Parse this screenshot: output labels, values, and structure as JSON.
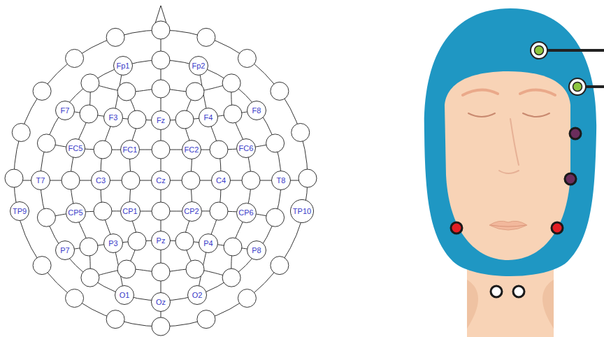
{
  "diagram": {
    "nodes": [
      {
        "text": [
          "Fp1"
        ]
      },
      {
        "text": [
          "Fp2"
        ]
      },
      {
        "text": [
          "F7"
        ]
      },
      {
        "text": [
          "F3"
        ]
      },
      {
        "text": [
          "Fz"
        ]
      },
      {
        "text": [
          "F4"
        ]
      },
      {
        "text": [
          "F8"
        ]
      },
      {
        "text": [
          "FC5"
        ]
      },
      {
        "text": [
          "FC1"
        ]
      },
      {
        "text": [
          "FC2"
        ]
      },
      {
        "text": [
          "FC6"
        ]
      },
      {
        "text": [
          "T7"
        ]
      },
      {
        "text": [
          "C3"
        ]
      },
      {
        "text": [
          "Cz"
        ]
      },
      {
        "text": [
          "C4"
        ]
      },
      {
        "text": [
          "T8"
        ]
      },
      {
        "text": [
          "TP9"
        ]
      },
      {
        "text": [
          "CP5"
        ]
      },
      {
        "text": [
          "CP1"
        ]
      },
      {
        "text": [
          "CP2"
        ]
      },
      {
        "text": [
          "CP6"
        ]
      },
      {
        "text": [
          "TP10"
        ]
      },
      {
        "text": [
          "P7"
        ]
      },
      {
        "text": [
          "P3"
        ]
      },
      {
        "text": [
          "Pz"
        ]
      },
      {
        "text": [
          "P4"
        ]
      },
      {
        "text": [
          "P8"
        ]
      },
      {
        "text": [
          "O1"
        ]
      },
      {
        "text": [
          "Oz"
        ]
      },
      {
        "text": [
          "O2"
        ]
      }
    ]
  }
}
